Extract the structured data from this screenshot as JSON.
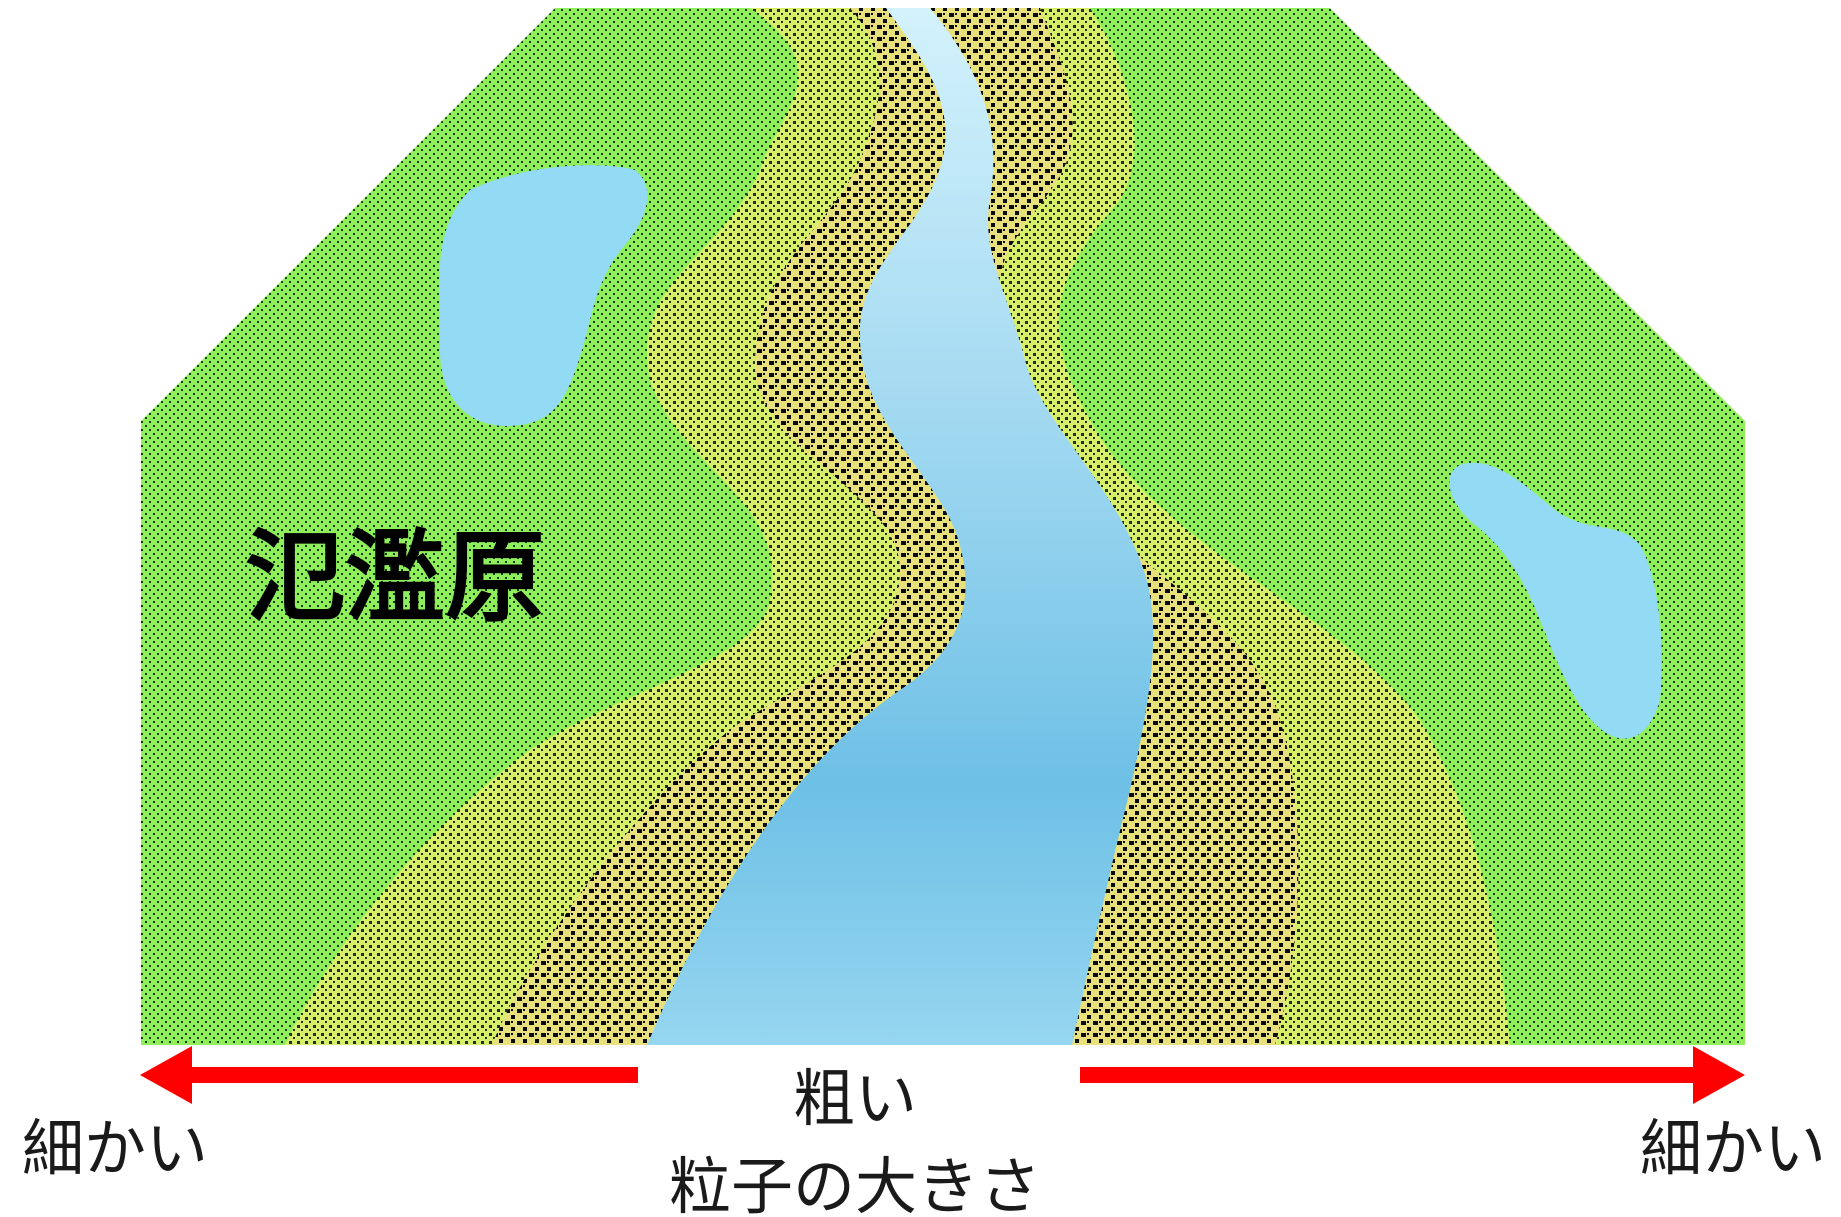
{
  "diagram": {
    "region_label": "氾濫原",
    "center_label": "粗い",
    "left_label": "細かい",
    "right_label": "細かい",
    "axis_label": "粒子の大きさ"
  },
  "colors": {
    "floodplain": "#8fef5a",
    "levee": "#d6f06a",
    "gravel": "#e8e07a",
    "river_top": "#cdeffa",
    "river_mid": "#6ec0e6",
    "river_bottom": "#8ad2ee",
    "pond": "#93daf4",
    "arrow": "#ff0000"
  }
}
